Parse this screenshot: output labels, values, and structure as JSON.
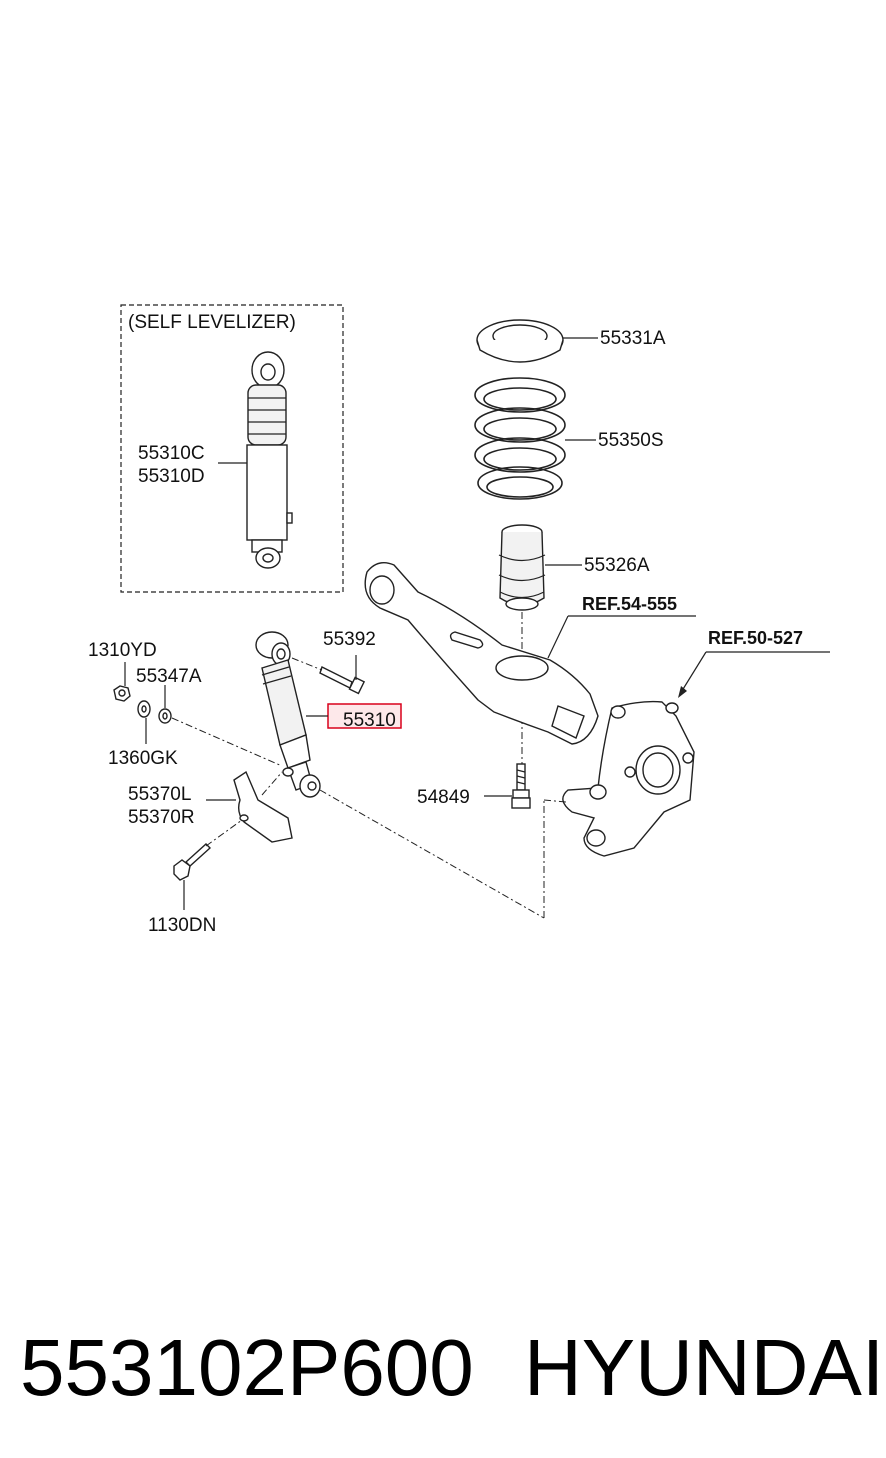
{
  "diagram": {
    "group_label": "(SELF LEVELIZER)",
    "highlighted_part": "55310",
    "callouts": {
      "p55331A": "55331A",
      "p55350S": "55350S",
      "p55326A": "55326A",
      "ref54555": "REF.54-555",
      "ref50527": "REF.50-527",
      "p55310C": "55310C",
      "p55310D": "55310D",
      "p55392": "55392",
      "p1310YD": "1310YD",
      "p55347A": "55347A",
      "p1360GK": "1360GK",
      "p55370L": "55370L",
      "p55370R": "55370R",
      "p54849": "54849",
      "p1130DN": "1130DN"
    },
    "colors": {
      "highlight_box": "#d9001b",
      "highlight_fill": "#fde8ea",
      "line": "#222222"
    }
  },
  "footer": {
    "part_number": "553102P600",
    "brand": "HYUNDAI"
  }
}
